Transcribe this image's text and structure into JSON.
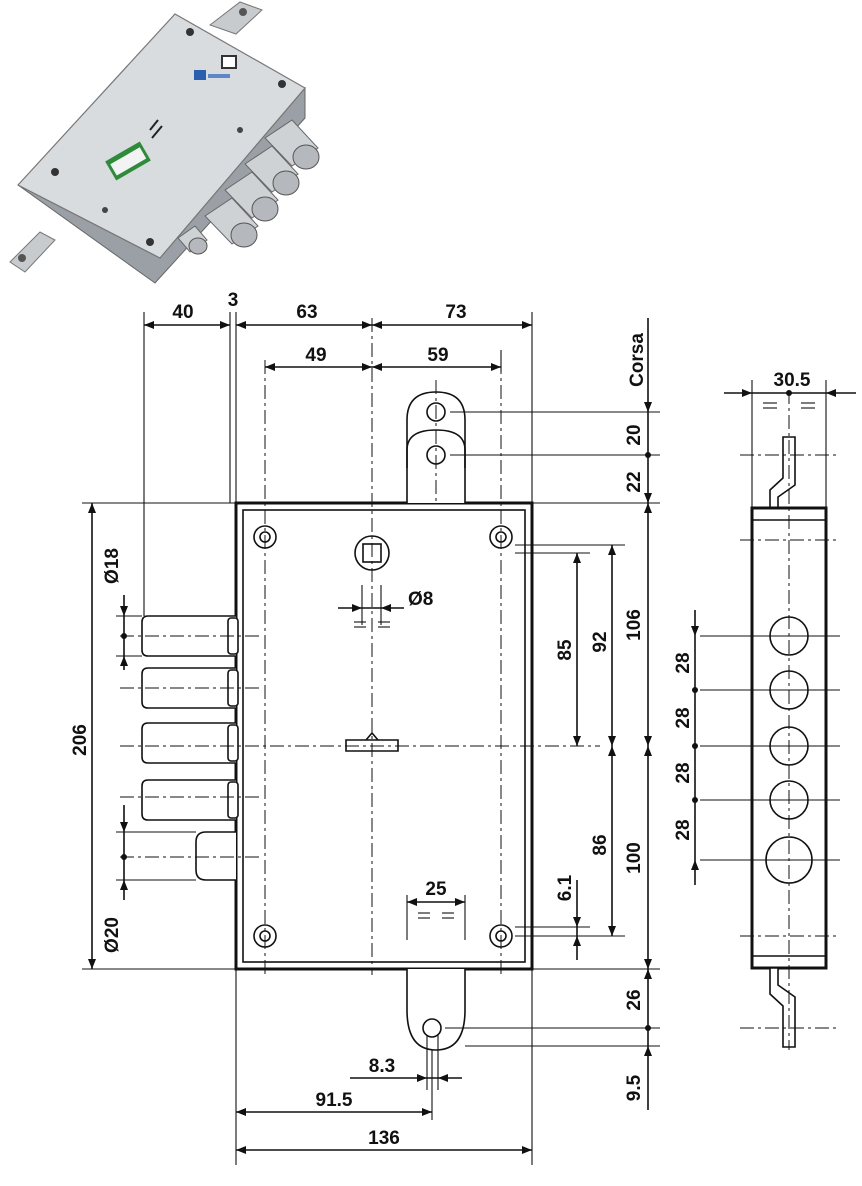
{
  "front_view": {
    "top_dims": [
      "40",
      "3",
      "63",
      "73",
      "49",
      "59"
    ],
    "right_dims": [
      "Corsa",
      "20",
      "22",
      "106",
      "100",
      "26",
      "9.5"
    ],
    "inner_dims": [
      "92",
      "85",
      "86",
      "6.1"
    ],
    "left_dims": [
      "206",
      "Ø18",
      "Ø20"
    ],
    "center_dims": [
      "Ø8",
      "25",
      "8.3"
    ],
    "bottom_dims": [
      "91.5",
      "136"
    ]
  },
  "side_view": {
    "top_dim": "30.5",
    "spacing_dims": [
      "28",
      "28",
      "28",
      "28"
    ]
  },
  "colors": {
    "line": "#111111",
    "lock_body": "#d9dcdf",
    "lock_shadow": "#9aa0a6",
    "label_green": "#2e8b3a",
    "label_blue": "#2a5fb0"
  }
}
